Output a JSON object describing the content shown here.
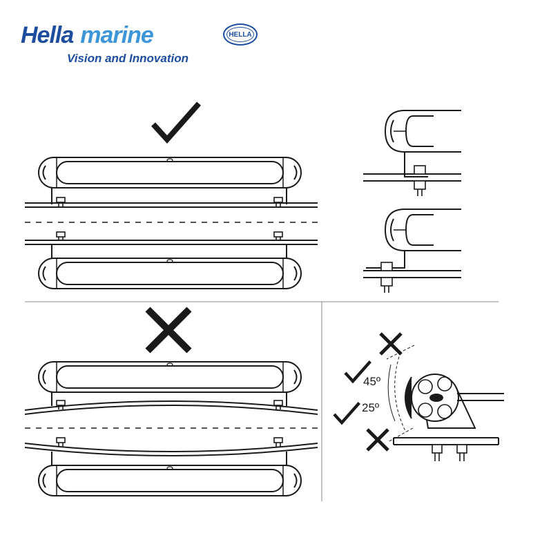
{
  "header": {
    "brand_first": "Hella",
    "brand_second": "marine",
    "badge_text": "HELLA",
    "tagline": "Vision and Innovation"
  },
  "angles": {
    "upper": "45º",
    "lower": "25º"
  },
  "colors": {
    "brand_dark": "#1d4e9e",
    "brand_light": "#3d96d8",
    "line": "#1a1a1a"
  },
  "icons": {
    "correct": "check-mark-icon",
    "incorrect": "cross-mark-icon"
  }
}
